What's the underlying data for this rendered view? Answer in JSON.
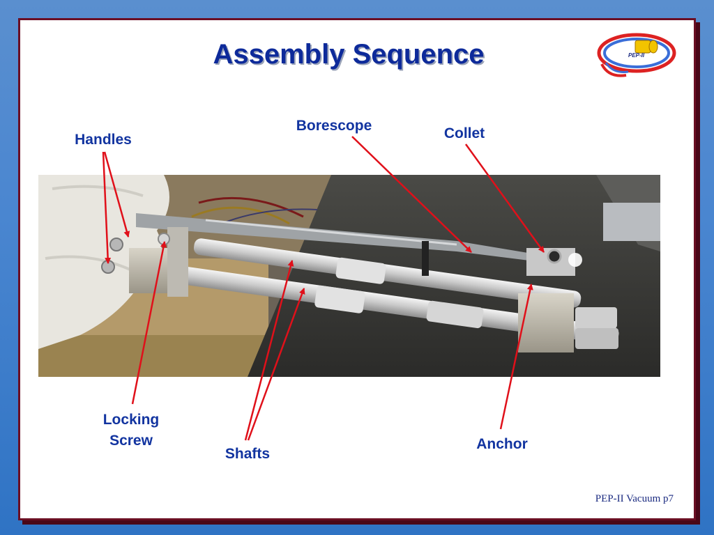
{
  "slide": {
    "title": "Assembly Sequence",
    "footer": "PEP-II Vacuum  p7"
  },
  "logo": {
    "text": "PEP-II"
  },
  "labels": {
    "handles": "Handles",
    "borescope": "Borescope",
    "collet": "Collet",
    "locking_screw_line1": "Locking",
    "locking_screw_line2": "Screw",
    "shafts": "Shafts",
    "anchor": "Anchor"
  },
  "colors": {
    "title": "#0d2a9a",
    "label": "#1234a0",
    "arrow": "#e0101a",
    "frame": "#6b0f24",
    "background": "#4a86d0"
  }
}
